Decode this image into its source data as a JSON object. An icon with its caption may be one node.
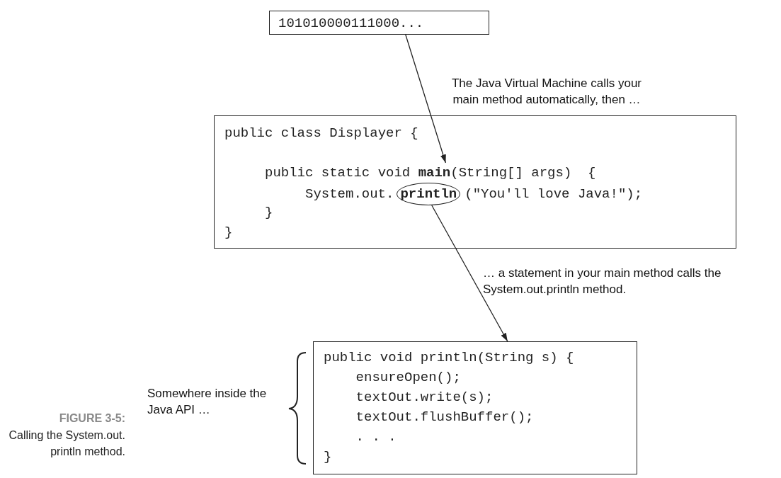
{
  "diagram": {
    "title": "FIGURE 3-5:",
    "caption": "Calling the System.out. println method.",
    "nodes": [
      {
        "text": [
          "101010000111000..."
        ]
      },
      {
        "text": [
          "public class Displayer {",
          "public static void",
          "(String[] args)  {",
          "System.out.",
          "(\"You'll love Java!\");",
          "}",
          "}"
        ]
      },
      {
        "text": [
          "main"
        ],
        "in": 1
      },
      {
        "text": [
          "println"
        ],
        "in": 1
      },
      {
        "text": [
          "public void println(String s) {",
          "ensureOpen();",
          "textOut.write(s);",
          "textOut.flushBuffer();",
          ". . .",
          "}"
        ],
        "beside": [
          "Somewhere inside the Java API …"
        ]
      }
    ],
    "edges": [
      {
        "from": 0,
        "to": 2,
        "arrow": "to",
        "label": "The Java Virtual Machine calls your main method automatically, then …"
      },
      {
        "from": 3,
        "to": 4,
        "arrow": "to",
        "label": "… a statement in your main method calls the System.out.println method."
      }
    ]
  }
}
